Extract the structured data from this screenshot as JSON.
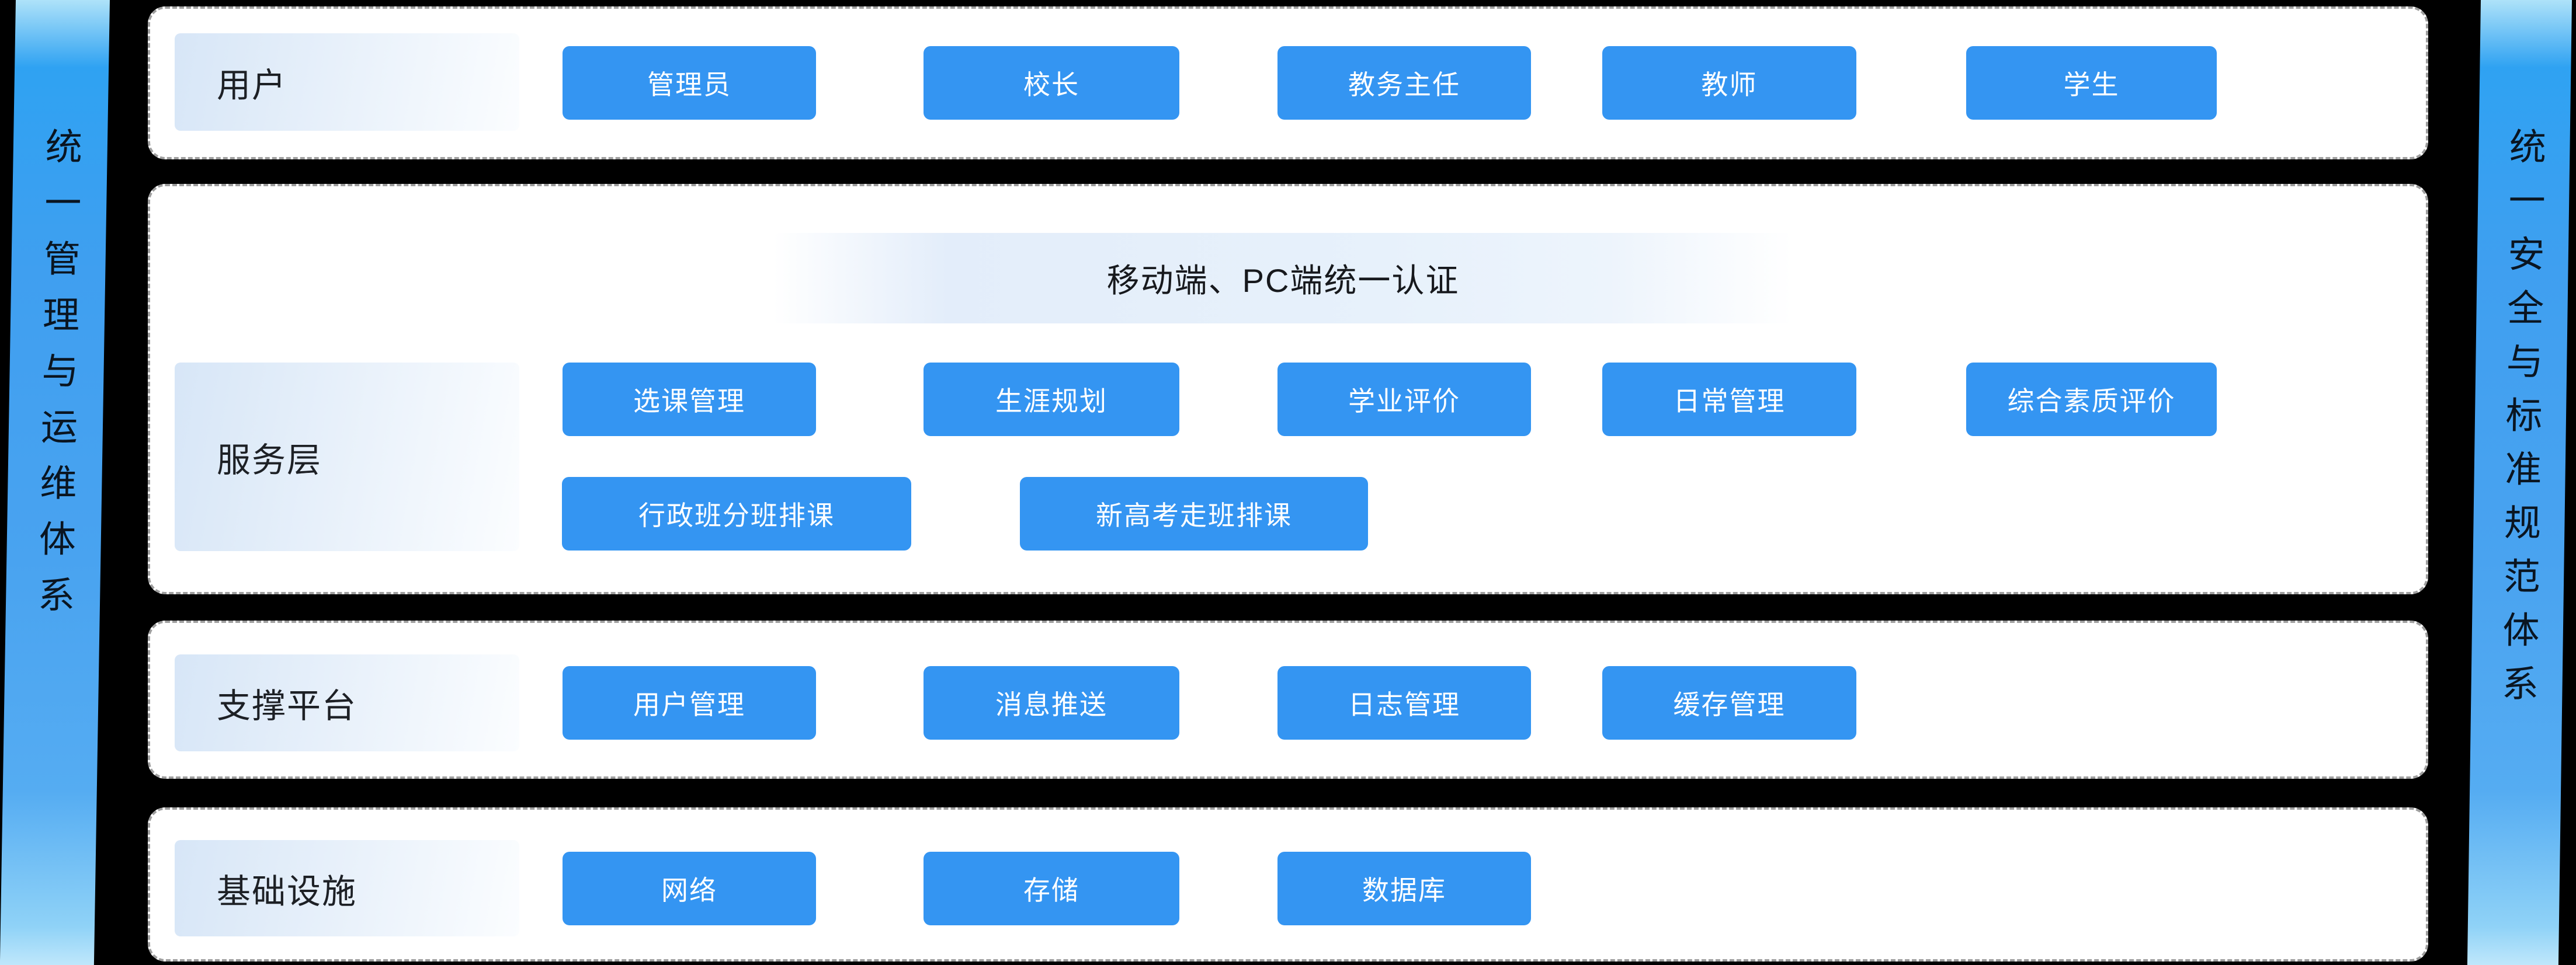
{
  "colors": {
    "canvas_bg": "#000000",
    "panel_bg": "#ffffff",
    "button_blue": "#3495f2",
    "button_text": "#ffffff",
    "label_box_blue": "#d7e6f7",
    "ribbon_blue": "#3f9ff0",
    "dash_border": "#9e9e9e",
    "dark_text": "#1d2025"
  },
  "left_ribbon": {
    "text": "统一管理与运维体系"
  },
  "right_ribbon": {
    "text": "统一安全与标准规范体系"
  },
  "rows": [
    {
      "label": "用户",
      "buttons": [
        "管理员",
        "校长",
        "教务主任",
        "教师",
        "学生"
      ]
    },
    {
      "label": "服务层",
      "auth_banner": "移动端、PC端统一认证",
      "buttons": [
        "选课管理",
        "生涯规划",
        "学业评价",
        "日常管理",
        "综合素质评价"
      ],
      "buttons_row2": [
        "行政班分班排课",
        "新高考走班排课"
      ]
    },
    {
      "label": "支撑平台",
      "buttons": [
        "用户管理",
        "消息推送",
        "日志管理",
        "缓存管理"
      ]
    },
    {
      "label": "基础设施",
      "buttons": [
        "网络",
        "存储",
        "数据库"
      ]
    }
  ]
}
